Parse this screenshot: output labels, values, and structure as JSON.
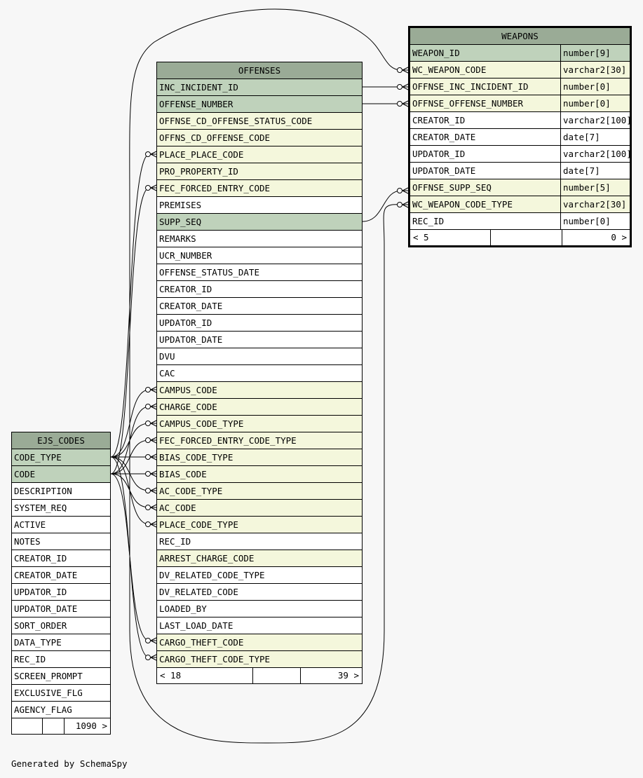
{
  "caption": "Generated by SchemaSpy",
  "tables": {
    "offenses": {
      "name": "OFFENSES",
      "columns": [
        {
          "name": "INC_INCIDENT_ID",
          "kind": "pk"
        },
        {
          "name": "OFFENSE_NUMBER",
          "kind": "pk"
        },
        {
          "name": "OFFNSE_CD_OFFENSE_STATUS_CODE",
          "kind": "fk"
        },
        {
          "name": "OFFNS_CD_OFFENSE_CODE",
          "kind": "fk"
        },
        {
          "name": "PLACE_PLACE_CODE",
          "kind": "fk"
        },
        {
          "name": "PRO_PROPERTY_ID",
          "kind": "fk"
        },
        {
          "name": "FEC_FORCED_ENTRY_CODE",
          "kind": "fk"
        },
        {
          "name": "PREMISES",
          "kind": "plain"
        },
        {
          "name": "SUPP_SEQ",
          "kind": "pk"
        },
        {
          "name": "REMARKS",
          "kind": "plain"
        },
        {
          "name": "UCR_NUMBER",
          "kind": "plain"
        },
        {
          "name": "OFFENSE_STATUS_DATE",
          "kind": "plain"
        },
        {
          "name": "CREATOR_ID",
          "kind": "plain"
        },
        {
          "name": "CREATOR_DATE",
          "kind": "plain"
        },
        {
          "name": "UPDATOR_ID",
          "kind": "plain"
        },
        {
          "name": "UPDATOR_DATE",
          "kind": "plain"
        },
        {
          "name": "DVU",
          "kind": "plain"
        },
        {
          "name": "CAC",
          "kind": "plain"
        },
        {
          "name": "CAMPUS_CODE",
          "kind": "fk"
        },
        {
          "name": "CHARGE_CODE",
          "kind": "fk"
        },
        {
          "name": "CAMPUS_CODE_TYPE",
          "kind": "fk"
        },
        {
          "name": "FEC_FORCED_ENTRY_CODE_TYPE",
          "kind": "fk"
        },
        {
          "name": "BIAS_CODE_TYPE",
          "kind": "fk"
        },
        {
          "name": "BIAS_CODE",
          "kind": "fk"
        },
        {
          "name": "AC_CODE_TYPE",
          "kind": "fk"
        },
        {
          "name": "AC_CODE",
          "kind": "fk"
        },
        {
          "name": "PLACE_CODE_TYPE",
          "kind": "fk"
        },
        {
          "name": "REC_ID",
          "kind": "plain"
        },
        {
          "name": "ARREST_CHARGE_CODE",
          "kind": "fk"
        },
        {
          "name": "DV_RELATED_CODE_TYPE",
          "kind": "plain"
        },
        {
          "name": "DV_RELATED_CODE",
          "kind": "plain"
        },
        {
          "name": "LOADED_BY",
          "kind": "plain"
        },
        {
          "name": "LAST_LOAD_DATE",
          "kind": "plain"
        },
        {
          "name": "CARGO_THEFT_CODE",
          "kind": "fk"
        },
        {
          "name": "CARGO_THEFT_CODE_TYPE",
          "kind": "fk"
        }
      ],
      "footer": [
        "< 18",
        "",
        "39 >"
      ]
    },
    "weapons": {
      "name": "WEAPONS",
      "columns": [
        {
          "name": "WEAPON_ID",
          "type": "number[9]",
          "kind": "pk"
        },
        {
          "name": "WC_WEAPON_CODE",
          "type": "varchar2[30]",
          "kind": "fk"
        },
        {
          "name": "OFFNSE_INC_INCIDENT_ID",
          "type": "number[0]",
          "kind": "fk"
        },
        {
          "name": "OFFNSE_OFFENSE_NUMBER",
          "type": "number[0]",
          "kind": "fk"
        },
        {
          "name": "CREATOR_ID",
          "type": "varchar2[100]",
          "kind": "plain"
        },
        {
          "name": "CREATOR_DATE",
          "type": "date[7]",
          "kind": "plain"
        },
        {
          "name": "UPDATOR_ID",
          "type": "varchar2[100]",
          "kind": "plain"
        },
        {
          "name": "UPDATOR_DATE",
          "type": "date[7]",
          "kind": "plain"
        },
        {
          "name": "OFFNSE_SUPP_SEQ",
          "type": "number[5]",
          "kind": "fk"
        },
        {
          "name": "WC_WEAPON_CODE_TYPE",
          "type": "varchar2[30]",
          "kind": "fk"
        },
        {
          "name": "REC_ID",
          "type": "number[0]",
          "kind": "plain"
        }
      ],
      "footer": [
        "< 5",
        "",
        "0 >"
      ]
    },
    "ejs_codes": {
      "name": "EJS_CODES",
      "columns": [
        {
          "name": "CODE_TYPE",
          "kind": "pk"
        },
        {
          "name": "CODE",
          "kind": "pk"
        },
        {
          "name": "DESCRIPTION",
          "kind": "plain"
        },
        {
          "name": "SYSTEM_REQ",
          "kind": "plain"
        },
        {
          "name": "ACTIVE",
          "kind": "plain"
        },
        {
          "name": "NOTES",
          "kind": "plain"
        },
        {
          "name": "CREATOR_ID",
          "kind": "plain"
        },
        {
          "name": "CREATOR_DATE",
          "kind": "plain"
        },
        {
          "name": "UPDATOR_ID",
          "kind": "plain"
        },
        {
          "name": "UPDATOR_DATE",
          "kind": "plain"
        },
        {
          "name": "SORT_ORDER",
          "kind": "plain"
        },
        {
          "name": "DATA_TYPE",
          "kind": "plain"
        },
        {
          "name": "REC_ID",
          "kind": "plain"
        },
        {
          "name": "SCREEN_PROMPT",
          "kind": "plain"
        },
        {
          "name": "EXCLUSIVE_FLG",
          "kind": "plain"
        },
        {
          "name": "AGENCY_FLAG",
          "kind": "plain"
        }
      ],
      "footer": [
        "",
        "",
        "1090 >"
      ]
    }
  }
}
